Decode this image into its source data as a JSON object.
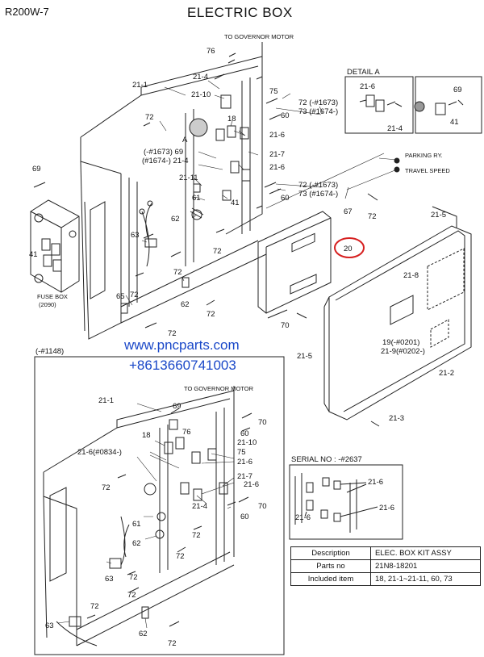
{
  "header": {
    "model": "R200W-7",
    "title": "ELECTRIC BOX"
  },
  "watermark": {
    "url": "www.pncparts.com",
    "phone": "+8613660741003",
    "color": "#1a48c8"
  },
  "highlight_color": "#d62020",
  "top": {
    "governor": "TO GOVERNOR MOTOR",
    "detail_a": "DETAIL A",
    "parking": "PARKING RY.",
    "travel": "TRAVEL SPEED",
    "fuse_box": "FUSE BOX",
    "fuse_box_no": "(2090)",
    "a_mark": "A",
    "r76": "76",
    "r21_4a": "21-4",
    "r21_1": "21-1",
    "r21_10": "21-10",
    "r75": "75",
    "r72a": "72",
    "r18": "18",
    "r60a": "60",
    "r21_6a": "21-6",
    "r69c": "(-#1673) 69",
    "r21_4b": "(#1674-) 21-4",
    "r21_7": "21-7",
    "r21_6b": "21-6",
    "r69": "69",
    "r21_11": "21-11",
    "r60b": "60",
    "r61": "61",
    "r41": "41",
    "r62a": "62",
    "r72b": "72",
    "r63": "63",
    "r41b": "41",
    "r72c": "72",
    "r72d": "72",
    "r65": "65",
    "r62b": "62",
    "r72e": "72",
    "r72f": "72",
    "r72g": "72 (-#1673)",
    "r73g": "73 (#1674-)",
    "r72h": "72 (-#1673)",
    "r73h": "73 (#1674-)",
    "r67": "67",
    "r72i": "72",
    "r20": "20",
    "r70": "70",
    "r21_5t": "21-5",
    "r21_8": "21-8",
    "r19": "19(-#0201)",
    "r21_9": "21-9(#0202-)",
    "r21_5b": "21-5",
    "r21_2": "21-2",
    "r21_3": "21-3",
    "da_21_6": "21-6",
    "da_69": "69",
    "da_21_4": "21-4",
    "da_41": "41"
  },
  "lower": {
    "range": "(-#1148)",
    "governor": "TO GOVERNOR MOTOR",
    "r21_1": "21-1",
    "r69": "69",
    "r70a": "70",
    "r18": "18",
    "r76": "76",
    "r60a": "60",
    "r21_10": "21-10",
    "r21_6x": "21-6(#0834-)",
    "r75": "75",
    "r21_6a": "21-6",
    "r72a": "72",
    "r21_7": "21-7",
    "r21_6b": "21-6",
    "r21_4": "21-4",
    "r70b": "70",
    "r60b": "60",
    "r61": "61",
    "r72b": "72",
    "r62a": "62",
    "r72c": "72",
    "r63a": "63",
    "r72d": "72",
    "r72e": "72",
    "r63b": "63",
    "r72f": "72",
    "r62b": "62",
    "r72g": "72"
  },
  "serial": {
    "title": "SERIAL NO : -#2637",
    "a": "21-6",
    "b": "21-6",
    "c": "21-6"
  },
  "kit_table": {
    "rows": [
      {
        "key": "Description",
        "value": "ELEC. BOX KIT ASSY"
      },
      {
        "key": "Parts no",
        "value": "21N8-18201"
      },
      {
        "key": "Included item",
        "value": "18, 21-1~21-11, 60, 73"
      }
    ]
  }
}
